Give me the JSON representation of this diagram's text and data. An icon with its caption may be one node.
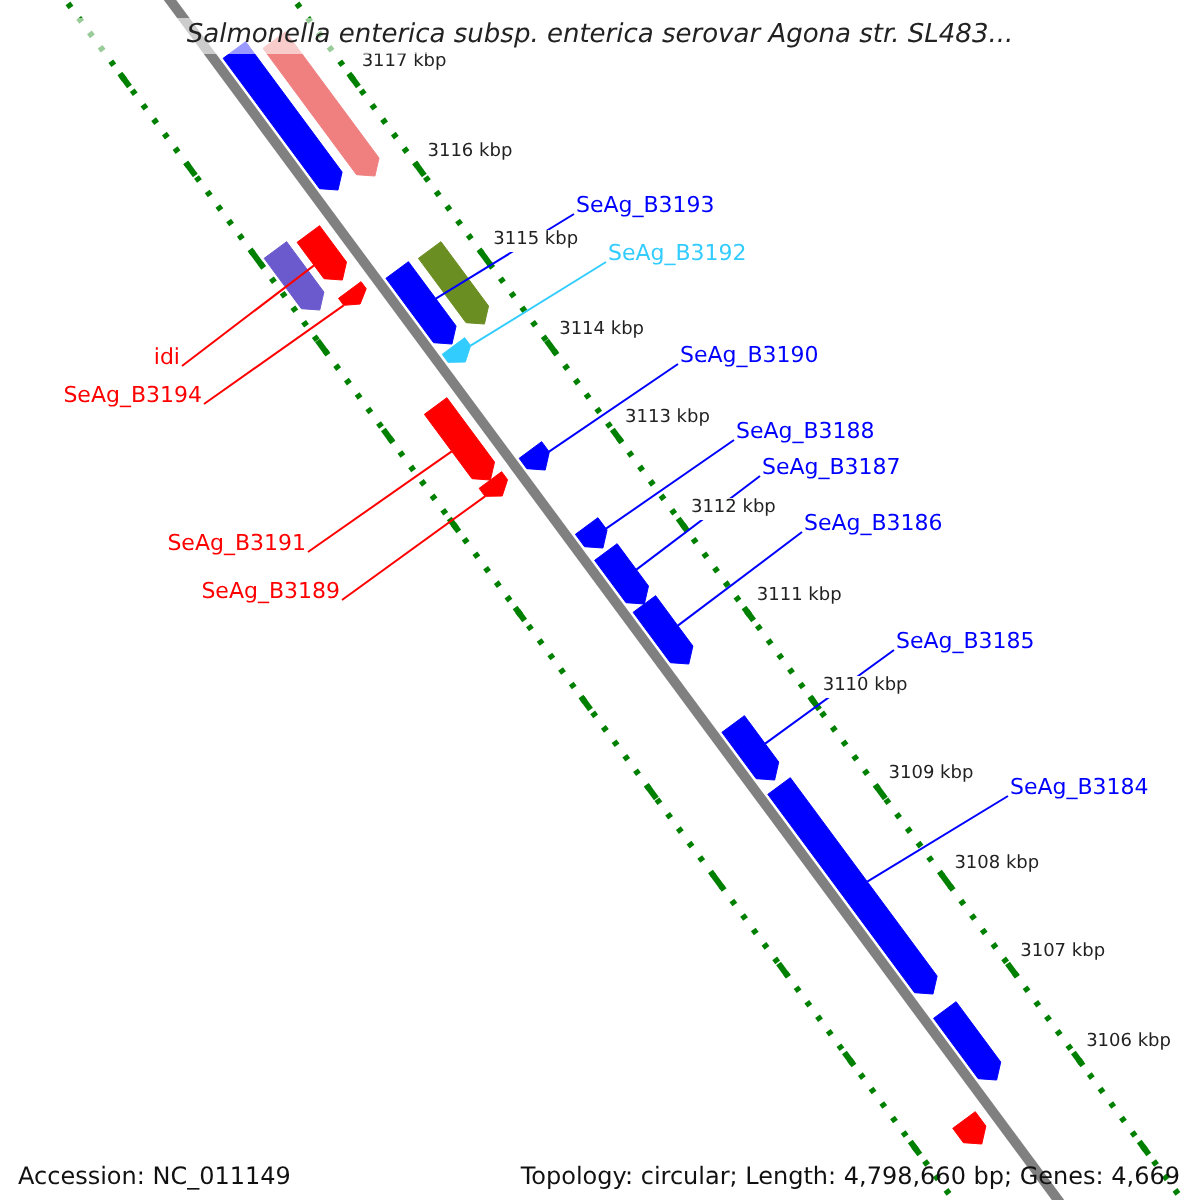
{
  "diagram": {
    "title": "Salmonella enterica subsp. enterica serovar Agona str. SL483...",
    "nodes": [
      {
        "text": [],
        "shape": "arrow"
      },
      {
        "text": [],
        "shape": "arrow"
      },
      {
        "text": [],
        "shape": "arrow"
      },
      {
        "text": [],
        "shape": "arrow"
      },
      {
        "text": [],
        "shape": "arrow"
      },
      {
        "text": [],
        "shape": "arrow"
      },
      {
        "text": [],
        "shape": "arrow"
      },
      {
        "text": [],
        "shape": "arrow"
      },
      {
        "text": [],
        "shape": "arrow"
      },
      {
        "text": [],
        "shape": "arrow"
      },
      {
        "text": [],
        "shape": "arrow"
      },
      {
        "text": [],
        "shape": "arrow"
      },
      {
        "text": [],
        "shape": "arrow"
      },
      {
        "text": [],
        "shape": "arrow"
      },
      {
        "text": [],
        "shape": "arrow"
      },
      {
        "text": [],
        "shape": "arrow"
      },
      {
        "text": [],
        "shape": "arrow"
      },
      {
        "text": [],
        "shape": "arrow"
      },
      {
        "text": [
          "SeAg_B3193"
        ]
      },
      {
        "text": [
          "SeAg_B3192"
        ]
      },
      {
        "text": [
          "idi"
        ]
      },
      {
        "text": [
          "SeAg_B3194"
        ]
      },
      {
        "text": [
          "SeAg_B3190"
        ]
      },
      {
        "text": [
          "SeAg_B3188"
        ]
      },
      {
        "text": [
          "SeAg_B3187"
        ]
      },
      {
        "text": [
          "SeAg_B3191"
        ]
      },
      {
        "text": [
          "SeAg_B3186"
        ]
      },
      {
        "text": [
          "SeAg_B3189"
        ]
      },
      {
        "text": [
          "SeAg_B3185"
        ]
      },
      {
        "text": [
          "SeAg_B3184"
        ]
      }
    ],
    "edges": [
      {
        "from": 18,
        "to": 5,
        "arrow": "none"
      },
      {
        "from": 19,
        "to": 7,
        "arrow": "none",
        "color": "#33ccff"
      },
      {
        "from": 20,
        "to": 3,
        "arrow": "none",
        "color": "#ff0000"
      },
      {
        "from": 21,
        "to": 4,
        "arrow": "none",
        "color": "#ff0000"
      },
      {
        "from": 22,
        "to": 10,
        "arrow": "none"
      },
      {
        "from": 23,
        "to": 11,
        "arrow": "none"
      },
      {
        "from": 24,
        "to": 12,
        "arrow": "none"
      },
      {
        "from": 25,
        "to": 8,
        "arrow": "none",
        "color": "#ff0000"
      },
      {
        "from": 26,
        "to": 13,
        "arrow": "none"
      },
      {
        "from": 27,
        "to": 9,
        "arrow": "none",
        "color": "#ff0000"
      },
      {
        "from": 28,
        "to": 14,
        "arrow": "none"
      },
      {
        "from": 29,
        "to": 15,
        "arrow": "none"
      }
    ],
    "labels": [
      "3117 kbp",
      "3116 kbp",
      "3115 kbp",
      "3114 kbp",
      "3113 kbp",
      "3112 kbp",
      "3111 kbp",
      "3110 kbp",
      "3109 kbp",
      "3108 kbp",
      "3107 kbp",
      "3106 kbp",
      "Accession: NC_011149",
      "Topology: circular; Length: 4,798,660 bp; Genes: 4,669"
    ]
  }
}
